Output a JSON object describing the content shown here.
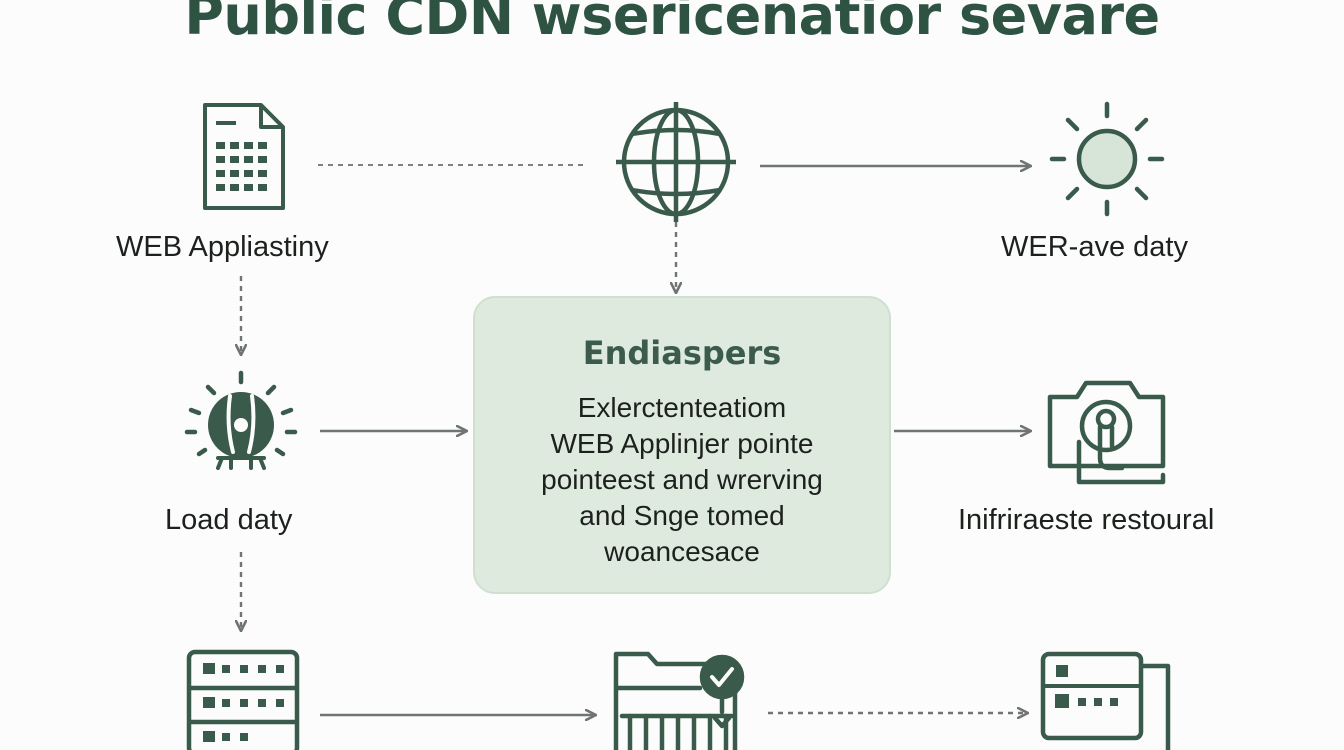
{
  "title": "Public CDN wsericenatior sevare",
  "nodes": {
    "web_app": {
      "label": "WEB Appliastiny",
      "icon": "document-grid-icon"
    },
    "globe": {
      "icon": "globe-icon"
    },
    "sun": {
      "label": "WER-ave daty",
      "icon": "sun-icon"
    },
    "load": {
      "label": "Load daty",
      "icon": "gear-bulb-icon"
    },
    "infra": {
      "label": "Inifriraeste restoural",
      "icon": "camera-icon"
    },
    "server": {
      "icon": "server-rack-icon"
    },
    "folder": {
      "icon": "folder-check-icon"
    },
    "monitor": {
      "icon": "monitor-icon"
    }
  },
  "center": {
    "heading": "Endiaspers",
    "lines": [
      "Exlerctenteatiom",
      "WEB Applinjer pointe",
      "pointeest and wrerving",
      "and Snge tomed",
      "woancesace"
    ]
  },
  "colors": {
    "icon": "#3a5a4b",
    "arrow": "#6e7572",
    "box_fill": "#dfeadf",
    "title": "#2e5343"
  }
}
